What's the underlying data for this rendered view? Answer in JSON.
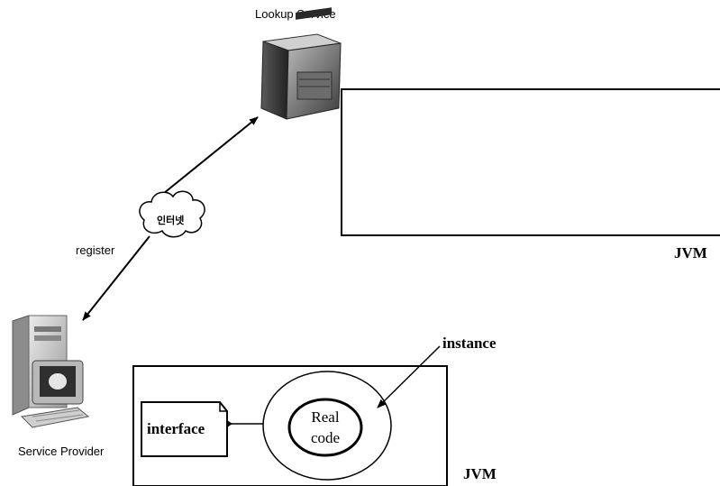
{
  "diagram": {
    "lookup_service_label": "Lookup Service",
    "register_label": "register",
    "cloud_label": "인터넷",
    "top_jvm_label": "JVM",
    "service_provider_label": "Service Provider",
    "instance_label": "instance",
    "interface_label": "interface",
    "real_label": "Real",
    "code_label": "code",
    "bottom_jvm_label": "JVM"
  }
}
